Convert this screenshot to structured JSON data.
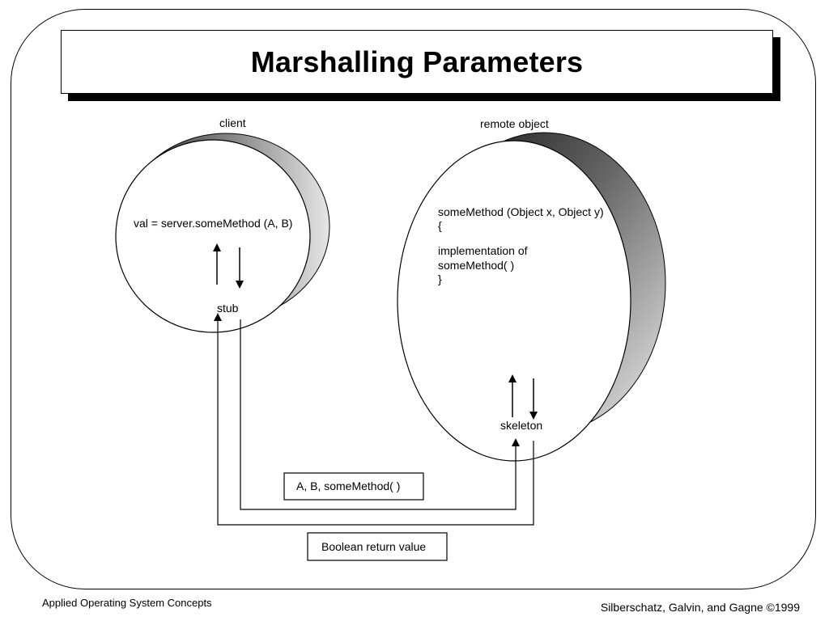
{
  "slide": {
    "title": "Marshalling Parameters",
    "footer_left": "Applied Operating System Concepts",
    "footer_right": "Silberschatz, Galvin, and Gagne ©1999"
  },
  "diagram": {
    "client_label": "client",
    "client_call": "val = server.someMethod (A, B)",
    "stub_label": "stub",
    "remote_label": "remote object",
    "method_signature": "someMethod (Object x, Object y)",
    "open_brace": "{",
    "impl_line1": "implementation of",
    "impl_line2": "someMethod( )",
    "close_brace": "}",
    "skeleton_label": "skeleton",
    "request_message": "A, B, someMethod( )",
    "response_message": "Boolean return value"
  }
}
